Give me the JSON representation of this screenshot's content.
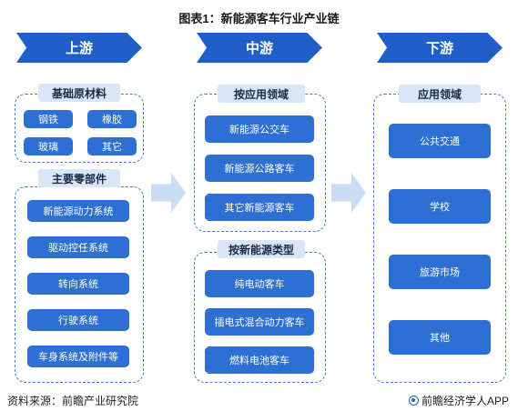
{
  "title": "图表1：新能源客车行业产业链",
  "stages": {
    "upstream": "上游",
    "midstream": "中游",
    "downstream": "下游"
  },
  "upstream": {
    "raw_materials": {
      "label": "基础原材料",
      "items": [
        "钢铁",
        "橡胶",
        "玻璃",
        "其它"
      ]
    },
    "components": {
      "label": "主要零部件",
      "items": [
        "新能源动力系统",
        "驱动控任系统",
        "转向系统",
        "行驶系统",
        "车身系统及附件等"
      ]
    }
  },
  "midstream": {
    "by_application": {
      "label": "按应用领域",
      "items": [
        "新能源公交车",
        "新能源公路客车",
        "其它新能源客车"
      ]
    },
    "by_energy_type": {
      "label": "按新能源类型",
      "items": [
        "纯电动客车",
        "插电式混合动力客车",
        "燃料电池客车"
      ]
    }
  },
  "downstream": {
    "application": {
      "label": "应用领域",
      "items": [
        "公共交通",
        "学校",
        "旅游市场",
        "其他"
      ]
    }
  },
  "footer": {
    "source": "资料来源：前瞻产业研究院",
    "brand": "前瞻经济学人APP"
  },
  "colors": {
    "primary": "#1f5fc7",
    "box": "#2d6fd2",
    "label_bg": "#d9e6f8",
    "dashed_border": "#3d7fd6",
    "flow_arrow": "#c9def5"
  }
}
